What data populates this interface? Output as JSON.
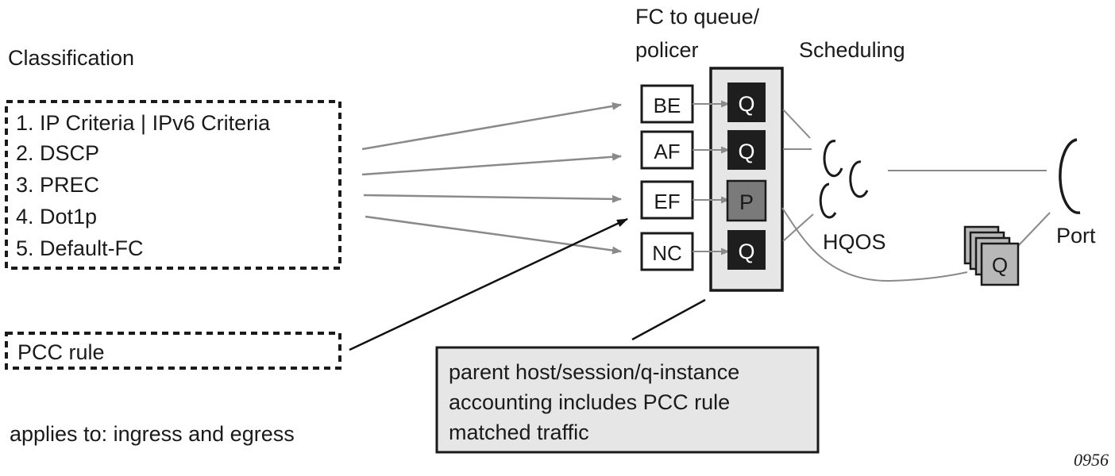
{
  "classification": {
    "title": "Classification",
    "items": [
      "1. IP Criteria | IPv6 Criteria",
      "2. DSCP",
      "3. PREC",
      "4. Dot1p",
      "5. Default-FC"
    ]
  },
  "pcc_rule": {
    "label": "PCC rule"
  },
  "applies_to": "applies to: ingress and egress",
  "fc_to_queue": {
    "title_line1": "FC to queue/",
    "title_line2": "policer"
  },
  "forwarding_classes": [
    "BE",
    "AF",
    "EF",
    "NC"
  ],
  "queues": [
    "Q",
    "Q",
    "P",
    "Q"
  ],
  "scheduling": {
    "title": "Scheduling",
    "hqos_label": "HQOS"
  },
  "port": {
    "label": "Port",
    "queue_label": "Q"
  },
  "note": {
    "lines": [
      "parent host/session/q-instance",
      "accounting includes PCC rule",
      "matched traffic"
    ]
  },
  "figure_number": "0956",
  "colors": {
    "queue_fill": "#1e1e1e",
    "policer_fill": "#7a7a7a",
    "panel_fill": "#e6e6e6",
    "note_fill": "#e6e6e6",
    "arrow_gray": "#8a8a8a",
    "arrow_black": "#111111"
  }
}
